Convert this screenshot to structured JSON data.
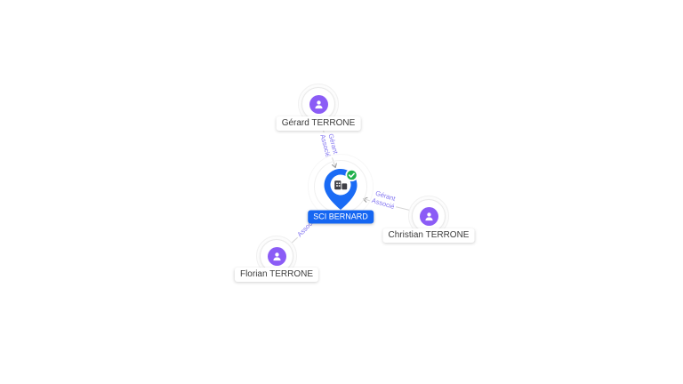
{
  "graph": {
    "company": {
      "label": "SCI BERNARD",
      "badge": "verified-check"
    },
    "persons": [
      {
        "label": "Gérard TERRONE"
      },
      {
        "label": "Christian TERRONE"
      },
      {
        "label": "Florian TERRONE"
      }
    ],
    "edges": [
      {
        "from": "Gérard TERRONE",
        "to": "SCI BERNARD",
        "label_line1": "Gérant",
        "label_line2": "Associé"
      },
      {
        "from": "Christian TERRONE",
        "to": "SCI BERNARD",
        "label_line1": "Gérant",
        "label_line2": "Associé"
      },
      {
        "from": "Florian TERRONE",
        "to": "SCI BERNARD",
        "label_line1": "Associé",
        "label_line2": ""
      }
    ],
    "colors": {
      "pin_blue": "#1a6bf5",
      "company_label_blue": "#1566f2",
      "badge_green": "#21b14c",
      "person_purple": "#8b5cf6",
      "edge_label_purple": "#8274f0",
      "edge_line_gray": "#d6d6d6"
    }
  }
}
